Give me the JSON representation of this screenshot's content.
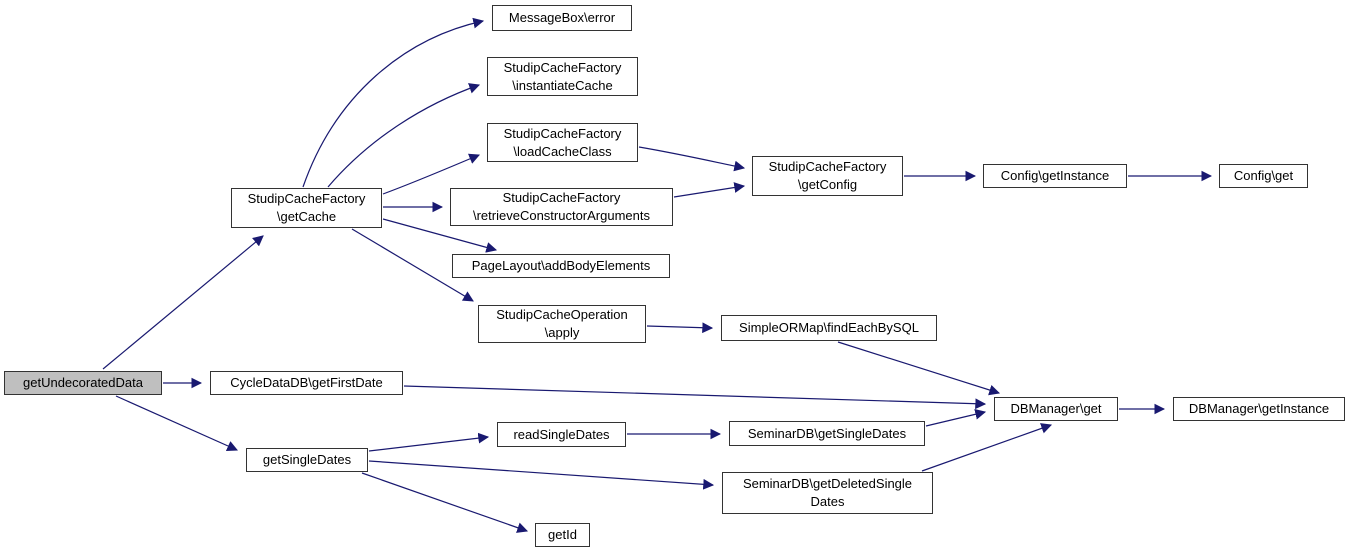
{
  "diagram": {
    "type": "call-graph",
    "colors": {
      "edge": "#191970",
      "node_border": "#333333",
      "node_fill": "#ffffff",
      "root_fill": "#bfbfbf",
      "text": "#000000",
      "background": "#ffffff"
    },
    "nodes": {
      "getUndecoratedData": {
        "label": "getUndecoratedData",
        "root": true
      },
      "cycleDataGetFirstDate": {
        "label": "CycleDataDB\\getFirstDate"
      },
      "getSingleDates": {
        "label": "getSingleDates"
      },
      "getCache": {
        "label": "StudipCacheFactory\n\\getCache"
      },
      "messageBoxError": {
        "label": "MessageBox\\error"
      },
      "instantiateCache": {
        "label": "StudipCacheFactory\n\\instantiateCache"
      },
      "loadCacheClass": {
        "label": "StudipCacheFactory\n\\loadCacheClass"
      },
      "retrieveConstructorArguments": {
        "label": "StudipCacheFactory\n\\retrieveConstructorArguments"
      },
      "addBodyElements": {
        "label": "PageLayout\\addBodyElements"
      },
      "apply": {
        "label": "StudipCacheOperation\n\\apply"
      },
      "getConfig": {
        "label": "StudipCacheFactory\n\\getConfig"
      },
      "configGetInstance": {
        "label": "Config\\getInstance"
      },
      "configGet": {
        "label": "Config\\get"
      },
      "findEachBySQL": {
        "label": "SimpleORMap\\findEachBySQL"
      },
      "dbManagerGet": {
        "label": "DBManager\\get"
      },
      "dbManagerGetInstance": {
        "label": "DBManager\\getInstance"
      },
      "readSingleDates": {
        "label": "readSingleDates"
      },
      "getId": {
        "label": "getId"
      },
      "seminarGetSingleDates": {
        "label": "SeminarDB\\getSingleDates"
      },
      "seminarGetDeletedSingleDates": {
        "label": "SeminarDB\\getDeletedSingle\nDates"
      }
    },
    "edges": [
      {
        "from": "getUndecoratedData",
        "to": "getCache"
      },
      {
        "from": "getUndecoratedData",
        "to": "cycleDataGetFirstDate"
      },
      {
        "from": "getUndecoratedData",
        "to": "getSingleDates"
      },
      {
        "from": "getCache",
        "to": "messageBoxError"
      },
      {
        "from": "getCache",
        "to": "instantiateCache"
      },
      {
        "from": "getCache",
        "to": "loadCacheClass"
      },
      {
        "from": "getCache",
        "to": "retrieveConstructorArguments"
      },
      {
        "from": "getCache",
        "to": "addBodyElements"
      },
      {
        "from": "getCache",
        "to": "apply"
      },
      {
        "from": "loadCacheClass",
        "to": "getConfig"
      },
      {
        "from": "retrieveConstructorArguments",
        "to": "getConfig"
      },
      {
        "from": "getConfig",
        "to": "configGetInstance"
      },
      {
        "from": "configGetInstance",
        "to": "configGet"
      },
      {
        "from": "apply",
        "to": "findEachBySQL"
      },
      {
        "from": "findEachBySQL",
        "to": "dbManagerGet"
      },
      {
        "from": "cycleDataGetFirstDate",
        "to": "dbManagerGet"
      },
      {
        "from": "getSingleDates",
        "to": "readSingleDates"
      },
      {
        "from": "getSingleDates",
        "to": "seminarGetDeletedSingleDates"
      },
      {
        "from": "getSingleDates",
        "to": "getId"
      },
      {
        "from": "readSingleDates",
        "to": "seminarGetSingleDates"
      },
      {
        "from": "seminarGetSingleDates",
        "to": "dbManagerGet"
      },
      {
        "from": "seminarGetDeletedSingleDates",
        "to": "dbManagerGet"
      },
      {
        "from": "dbManagerGet",
        "to": "dbManagerGetInstance"
      }
    ]
  }
}
